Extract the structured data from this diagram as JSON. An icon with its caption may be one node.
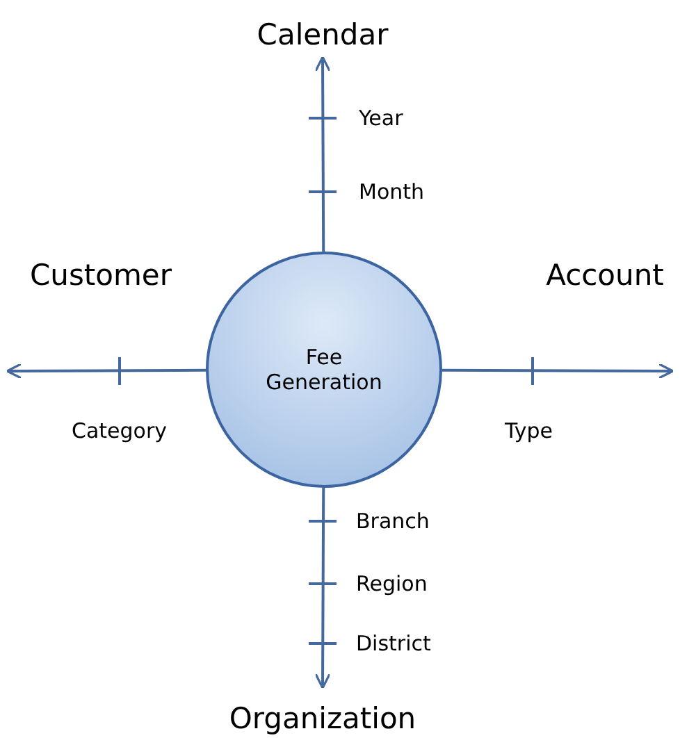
{
  "diagram": {
    "nodes": [
      {
        "text": [
          "Fee Generation"
        ]
      },
      {
        "text": [
          "Calendar"
        ]
      },
      {
        "text": [
          "Customer"
        ]
      },
      {
        "text": [
          "Account"
        ]
      },
      {
        "text": [
          "Organization"
        ]
      }
    ],
    "edges": [
      {
        "from": 0,
        "to": 1,
        "arrow": "to"
      },
      {
        "from": 0,
        "to": 2,
        "arrow": "to"
      },
      {
        "from": 0,
        "to": 3,
        "arrow": "to"
      },
      {
        "from": 0,
        "to": 4,
        "arrow": "to"
      }
    ],
    "labels": [
      "Year",
      "Month",
      "Category",
      "Type",
      "Branch",
      "Region",
      "District"
    ]
  }
}
